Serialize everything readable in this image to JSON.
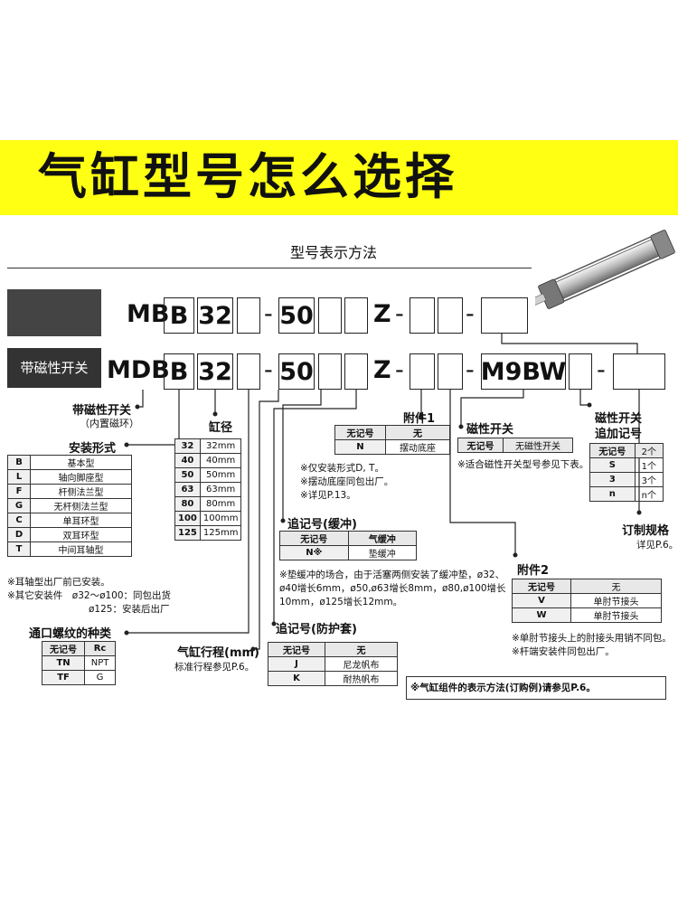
{
  "banner": {
    "title": "气缸型号怎么选择"
  },
  "section_title": "型号表示方法",
  "left_label": "带磁性开关",
  "row1": {
    "prefix": "MB",
    "b": "B",
    "bore": "32",
    "stroke": "50",
    "z": "Z"
  },
  "row2": {
    "prefix": "MDB",
    "b": "B",
    "bore": "32",
    "stroke": "50",
    "z": "Z",
    "switch": "M9BW"
  },
  "dash": "-",
  "magnetic": {
    "title": "带磁性开关",
    "sub": "（内置磁环）"
  },
  "mount": {
    "title": "安装形式",
    "rows": [
      {
        "k": "B",
        "v": "基本型"
      },
      {
        "k": "L",
        "v": "轴向脚座型"
      },
      {
        "k": "F",
        "v": "杆侧法兰型"
      },
      {
        "k": "G",
        "v": "无杆侧法兰型"
      },
      {
        "k": "C",
        "v": "单耳环型"
      },
      {
        "k": "D",
        "v": "双耳环型"
      },
      {
        "k": "T",
        "v": "中间耳轴型"
      }
    ],
    "notes": [
      "※耳轴型出厂前已安装。",
      "※其它安装件　ø32～ø100：同包出货",
      "ø125：安装后出厂"
    ]
  },
  "bore": {
    "title": "缸径",
    "rows": [
      {
        "k": "32",
        "v": "32mm"
      },
      {
        "k": "40",
        "v": "40mm"
      },
      {
        "k": "50",
        "v": "50mm"
      },
      {
        "k": "63",
        "v": "63mm"
      },
      {
        "k": "80",
        "v": "80mm"
      },
      {
        "k": "100",
        "v": "100mm"
      },
      {
        "k": "125",
        "v": "125mm"
      }
    ]
  },
  "port": {
    "title": "通口螺纹的种类",
    "header": {
      "k": "无记号",
      "v": "Rc"
    },
    "rows": [
      {
        "k": "TN",
        "v": "NPT"
      },
      {
        "k": "TF",
        "v": "G"
      }
    ]
  },
  "stroke": {
    "title": "气缸行程(mm)",
    "note": "标准行程参见P.6。"
  },
  "acc1": {
    "title": "附件1",
    "header": {
      "k": "无记号",
      "v": "无"
    },
    "rows": [
      {
        "k": "N",
        "v": "摆动底座"
      }
    ],
    "notes": [
      "※仅安装形式D, T。",
      "※摆动底座同包出厂。",
      "※详见P.13。"
    ]
  },
  "cushion": {
    "title": "追记号(缓冲)",
    "header": {
      "k": "无记号",
      "v": "气缓冲"
    },
    "rows": [
      {
        "k": "N※",
        "v": "垫缓冲"
      }
    ],
    "notes": [
      "※垫缓冲的场合，由于活塞两侧安装了缓冲垫，ø32、",
      "ø40增长6mm，ø50,ø63增长8mm，ø80,ø100增长",
      "10mm，ø125增长12mm。"
    ]
  },
  "boot": {
    "title": "追记号(防护套)",
    "header": {
      "k": "无记号",
      "v": "无"
    },
    "rows": [
      {
        "k": "J",
        "v": "尼龙帆布"
      },
      {
        "k": "K",
        "v": "耐热帆布"
      }
    ]
  },
  "switch": {
    "title": "磁性开关",
    "header": {
      "k": "无记号",
      "v": "无磁性开关"
    },
    "note": "※适合磁性开关型号参见下表。"
  },
  "switch_count": {
    "title": "磁性开关",
    "title2": "追加记号",
    "header": {
      "k": "无记号",
      "v": "2个"
    },
    "rows": [
      {
        "k": "S",
        "v": "1个"
      },
      {
        "k": "3",
        "v": "3个"
      },
      {
        "k": "n",
        "v": "n个"
      }
    ]
  },
  "custom": {
    "title": "订制规格",
    "note": "详见P.6。"
  },
  "acc2": {
    "title": "附件2",
    "header": {
      "k": "无记号",
      "v": "无"
    },
    "rows": [
      {
        "k": "V",
        "v": "单肘节接头"
      },
      {
        "k": "W",
        "v": "单肘节接头"
      }
    ],
    "notes": [
      "※单肘节接头上的肘接头用销不同包。",
      "※杆端安装件同包出厂。"
    ]
  },
  "bottom_note": "※气缸组件的表示方法(订购例)请参见P.6。"
}
